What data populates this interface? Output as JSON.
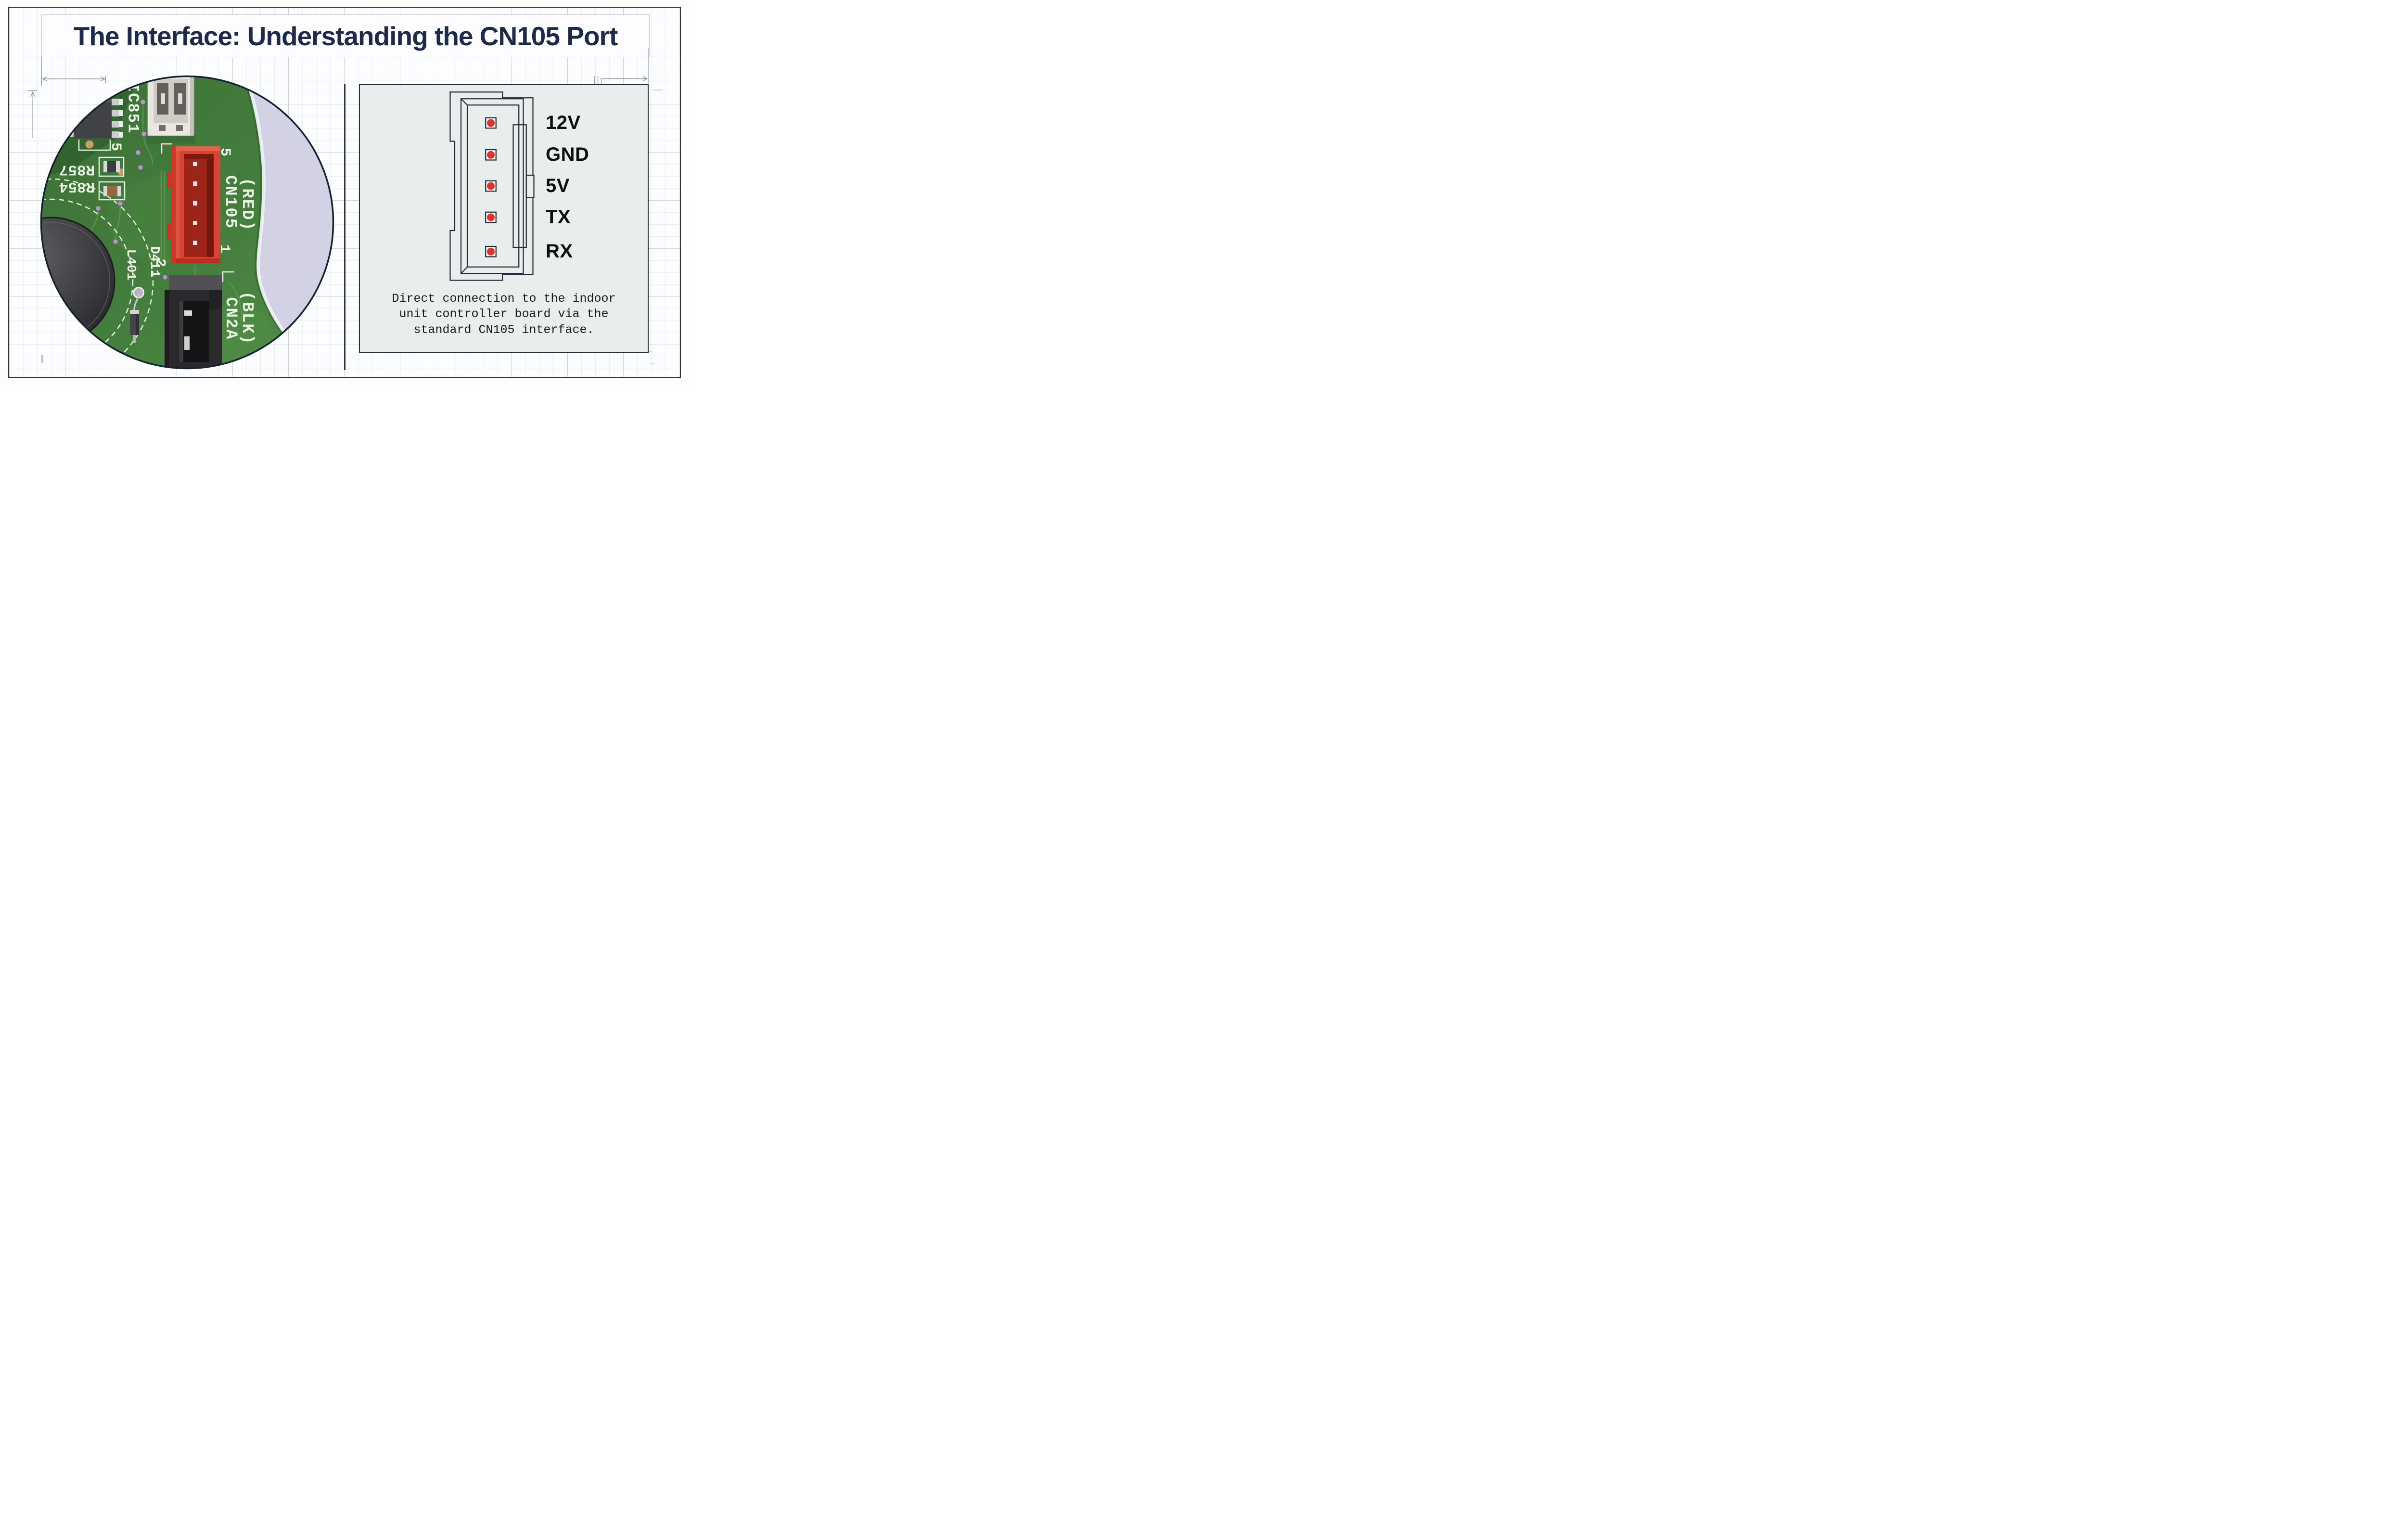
{
  "title": "The Interface: Understanding the CN105 Port",
  "left_photo": {
    "description": "photo of indoor unit controller PCB",
    "silkscreen": {
      "ic851": "IC851",
      "pin5_ic": "5",
      "r857": "R857",
      "r854": "R854",
      "cn105_pin5": "5",
      "cn105": "CN105",
      "cn105_color": "(RED)",
      "cn105_pin1": "1",
      "pin2": "2",
      "d411": "D411",
      "l401": "L401",
      "cn2a": "CN2A",
      "cn2a_color": "(BLK)"
    }
  },
  "pinout": {
    "pins": [
      {
        "label": "12V"
      },
      {
        "label": "GND"
      },
      {
        "label": "5V"
      },
      {
        "label": "TX"
      },
      {
        "label": "RX"
      }
    ],
    "caption": "Direct connection to the indoor\nunit controller board via the\nstandard CN105 interface."
  },
  "colors": {
    "accent_red": "#e0342b",
    "frame_navy": "#28343f",
    "board_green": "#417c3c",
    "panel_bg": "#e9edec",
    "title_color": "#1d2b4b",
    "board_edge_lavender": "#d2d2e4"
  }
}
